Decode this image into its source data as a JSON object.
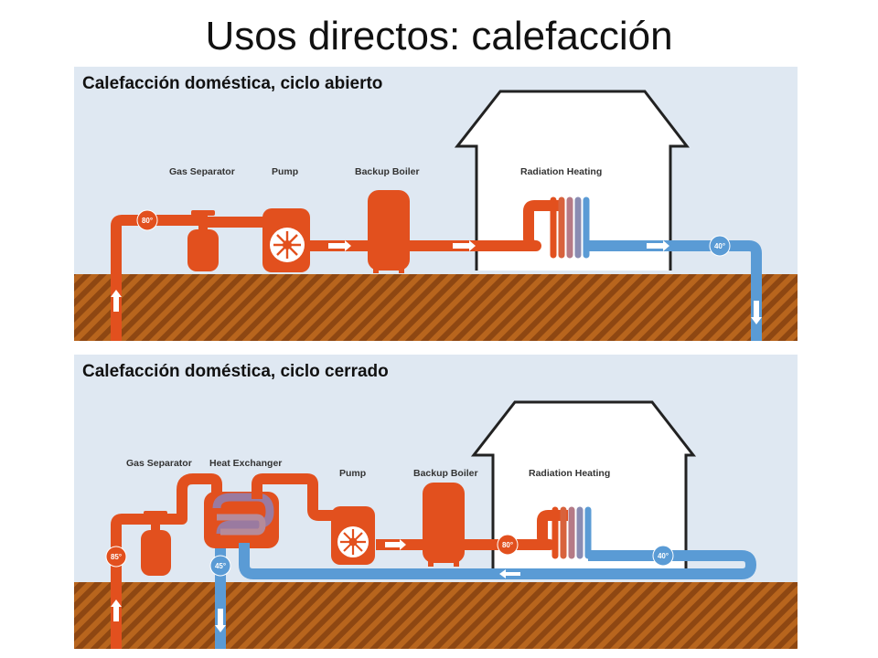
{
  "title": "Usos directos: calefacción",
  "colors": {
    "hot": "#e2501e",
    "cold": "#5a9bd5",
    "panel_bg": "#dfe8f2",
    "ground": "#b8651d",
    "house_outline": "#222222"
  },
  "icons": [
    "house-icon",
    "pump-icon",
    "arrow-icon",
    "radiator-icon",
    "soil-hatch"
  ],
  "panels": {
    "open": {
      "heading": "Calefacción doméstica, ciclo abierto",
      "labels": {
        "gas_separator": "Gas Separator",
        "pump": "Pump",
        "backup_boiler": "Backup Boiler",
        "radiation_heating": "Radiation Heating"
      },
      "temps": {
        "supply": "80°",
        "return": "40°"
      }
    },
    "closed": {
      "heading": "Calefacción doméstica, ciclo cerrado",
      "labels": {
        "gas_separator": "Gas Separator",
        "heat_exchanger": "Heat Exchanger",
        "pump": "Pump",
        "backup_boiler": "Backup Boiler",
        "radiation_heating": "Radiation Heating"
      },
      "temps": {
        "well_supply": "85°",
        "well_return": "45°",
        "loop_supply": "80°",
        "loop_return": "40°"
      }
    }
  }
}
